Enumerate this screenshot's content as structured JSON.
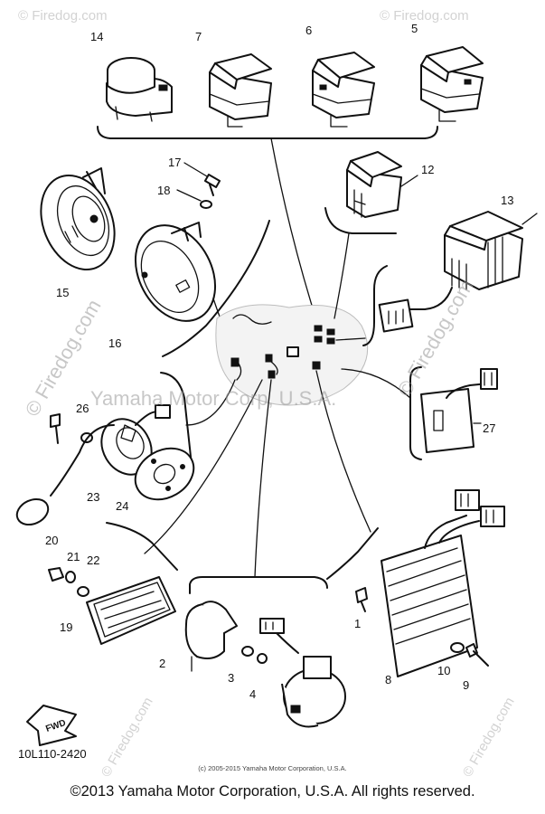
{
  "diagram": {
    "callouts": [
      "14",
      "7",
      "6",
      "5",
      "17",
      "18",
      "12",
      "13",
      "15",
      "16",
      "26",
      "27",
      "23",
      "24",
      "20",
      "21",
      "22",
      "19",
      "2",
      "3",
      "4",
      "1",
      "8",
      "10",
      "9"
    ],
    "drawing_number": "10L110-2420",
    "fwd_label": "FWD"
  },
  "watermarks": {
    "center": "Yamaha Motor Corp, U.S.A.",
    "side": "© Firedog.com",
    "corner": "© Firedog.com"
  },
  "footer": {
    "small_copyright": "(c) 2005-2015 Yamaha Motor Corporation, U.S.A.",
    "copyright": "©2013 Yamaha Motor Corporation, U.S.A. All rights reserved."
  }
}
